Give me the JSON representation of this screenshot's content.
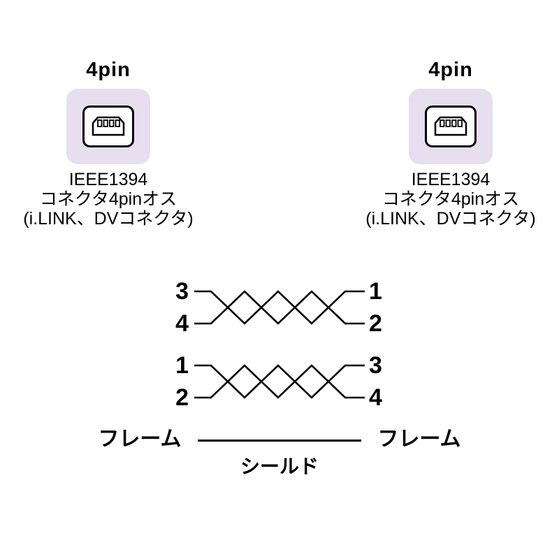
{
  "connectors": {
    "left": {
      "pin_count": "4pin",
      "line1": "IEEE1394",
      "line2": "コネクタ4pinオス",
      "line3": "(i.LINK、DVコネクタ)"
    },
    "right": {
      "pin_count": "4pin",
      "line1": "IEEE1394",
      "line2": "コネクタ4pinオス",
      "line3": "(i.LINK、DVコネクタ)"
    }
  },
  "wiring": {
    "pair1": {
      "left_top": "3",
      "left_bottom": "4",
      "right_top": "1",
      "right_bottom": "2"
    },
    "pair2": {
      "left_top": "1",
      "left_bottom": "2",
      "right_top": "3",
      "right_bottom": "4"
    },
    "frame_left": "フレーム",
    "frame_right": "フレーム",
    "shield": "シールド"
  },
  "colors": {
    "connector_bg": "#e7def0",
    "line": "#000000"
  }
}
